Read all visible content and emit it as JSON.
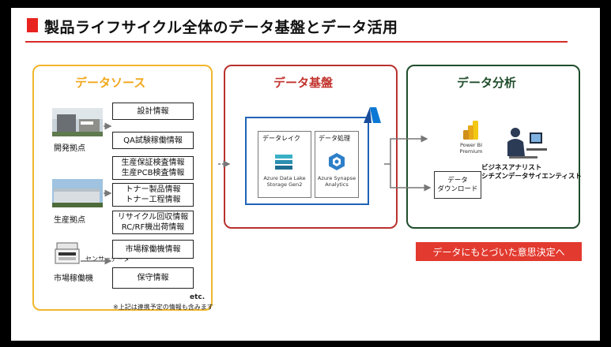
{
  "title": "製品ライフサイクル全体のデータ基盤とデータ活用",
  "sources": {
    "heading": "データソース",
    "sites": [
      "開発拠点",
      "生産拠点",
      "市場稼働機"
    ],
    "sensor_label": "センサーデータ",
    "boxes": [
      [
        "設計情報"
      ],
      [
        "QA試験稼働情報"
      ],
      [
        "生産保証検査情報",
        "生産PCB検査情報"
      ],
      [
        "トナー製品情報",
        "トナー工程情報"
      ],
      [
        "リサイクル回収情報",
        "RC/RF機出荷情報"
      ],
      [
        "市場稼働機情報"
      ],
      [
        "保守情報"
      ]
    ],
    "etc": "etc.",
    "note": "※上記は連携予定の情報も含みます"
  },
  "base": {
    "heading": "データ基盤",
    "lake_label": "データレイク",
    "lake_product": [
      "Azure Data Lake",
      "Storage Gen2"
    ],
    "proc_label": "データ処理",
    "proc_product": [
      "Azure Synapse",
      "Analytics"
    ]
  },
  "analysis": {
    "heading": "データ分析",
    "powerbi": [
      "Power BI",
      "Premium"
    ],
    "download": [
      "データ",
      "ダウンロード"
    ],
    "roles": [
      "ビジネスアナリスト",
      "シチズンデータサイエンティスト"
    ]
  },
  "decision": "データにもとづいた意思決定へ",
  "colors": {
    "accent_red": "#e23a2f",
    "source_yellow": "#f1b62c",
    "base_red": "#b8322e",
    "analysis_green": "#1f4d2b",
    "azure_blue": "#1f63b4"
  }
}
